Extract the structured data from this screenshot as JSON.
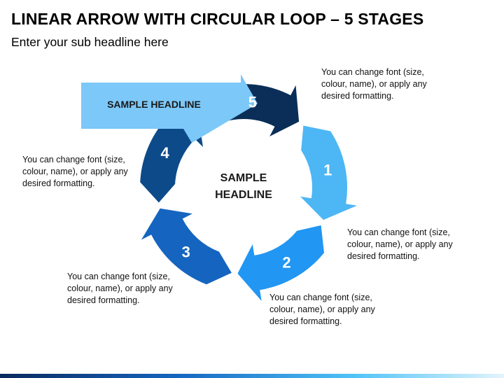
{
  "slide": {
    "title": "LINEAR ARROW WITH CIRCULAR LOOP – 5 STAGES",
    "subtitle": "Enter your sub headline here"
  },
  "diagram": {
    "entry_arrow_label": "SAMPLE HEADLINE",
    "center_line1": "SAMPLE",
    "center_line2": "HEADLINE",
    "stages": [
      {
        "number": "1",
        "color": "#4DB6F5",
        "text": "You can change font (size, colour, name), or apply any desired formatting."
      },
      {
        "number": "2",
        "color": "#2196F3",
        "text": "You can change font (size, colour, name), or apply any desired formatting."
      },
      {
        "number": "3",
        "color": "#1565C0",
        "text": "You can change font (size, colour, name), or apply any desired formatting."
      },
      {
        "number": "4",
        "color": "#0D4A8A",
        "text": "You can change font (size, colour, name), or apply any desired formatting."
      },
      {
        "number": "5",
        "color": "#0A2E57",
        "text": "You can change font (size, colour, name), or apply any desired formatting."
      }
    ],
    "entry_arrow_color": "#7CC8F8"
  }
}
